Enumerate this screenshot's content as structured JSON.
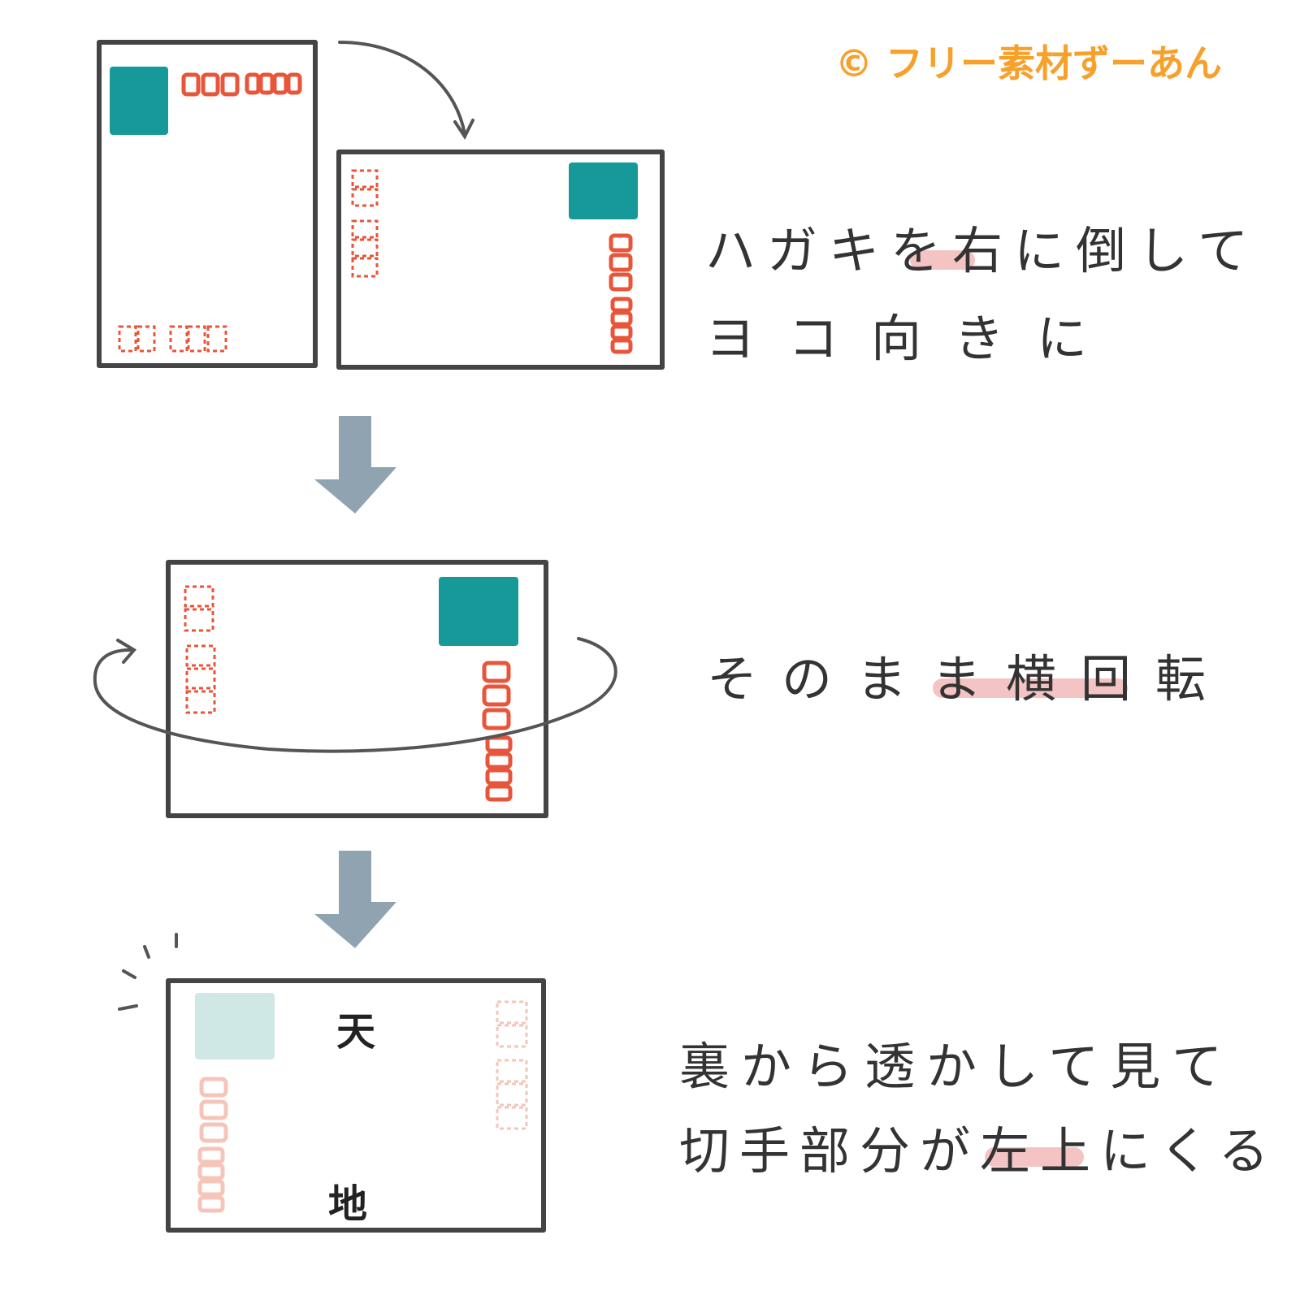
{
  "copyright": "© フリー素材ずーあん",
  "steps": [
    {
      "line1": "ハガキを右に倒して",
      "line2": "ヨコ向きに"
    },
    {
      "line1": "そのまま横回転"
    },
    {
      "line1": "裏から透かして見て",
      "line2": "切手部分が左上にくる"
    }
  ],
  "labels": {
    "top": "天",
    "bottom": "地"
  },
  "colors": {
    "stamp": "#17999a",
    "stamp_faded": "#cfe8e6",
    "postal": "#e8553a",
    "postal_faded": "#f6c5b9",
    "arrow": "#8fa4b0",
    "outline": "#444444",
    "highlight": "#f2b8b8",
    "brand": "#f7a02a"
  }
}
